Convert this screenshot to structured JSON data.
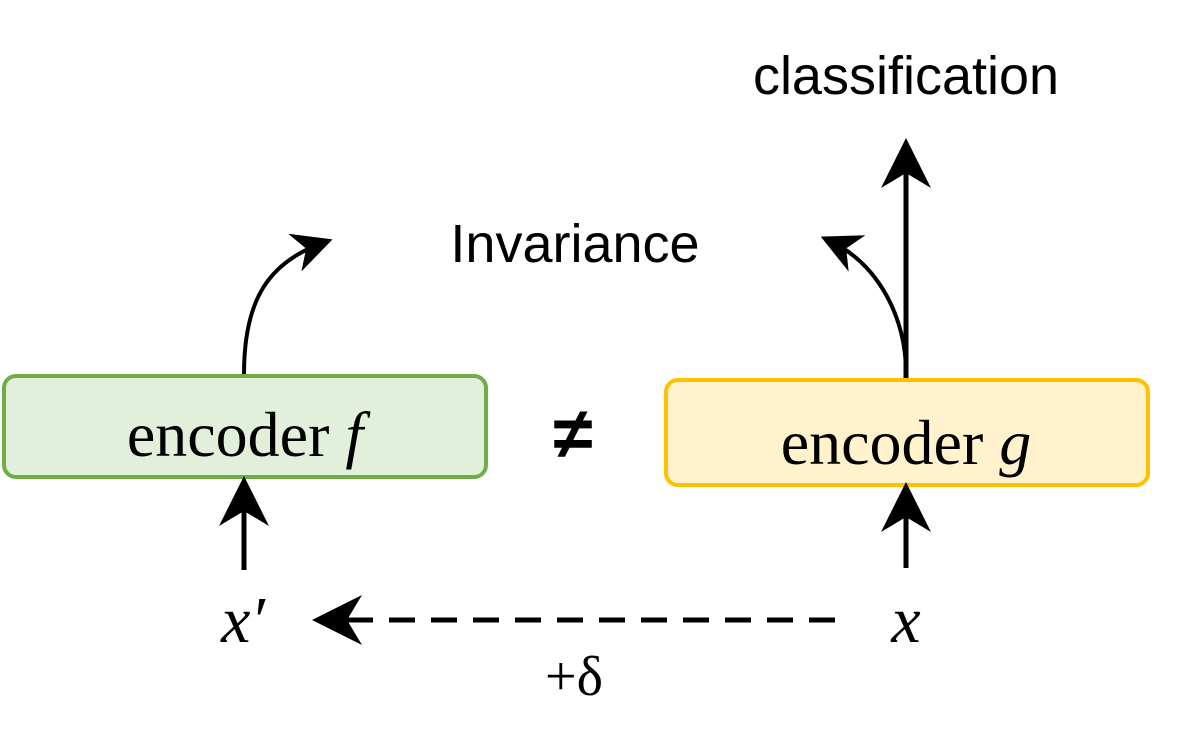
{
  "labels": {
    "classification": "classification",
    "invariance": "Invariance",
    "not_equal": "≠",
    "perturbation": "+δ"
  },
  "encoders": {
    "f": {
      "word": "encoder",
      "symbol": "f",
      "fill": "#e2efda",
      "stroke": "#70ad47"
    },
    "g": {
      "word": "encoder",
      "symbol": "g",
      "fill": "#fff2cc",
      "stroke": "#ffc000"
    }
  },
  "inputs": {
    "x_prime": "x′",
    "x": "x"
  },
  "colors": {
    "line": "#000000",
    "background": "#ffffff"
  }
}
